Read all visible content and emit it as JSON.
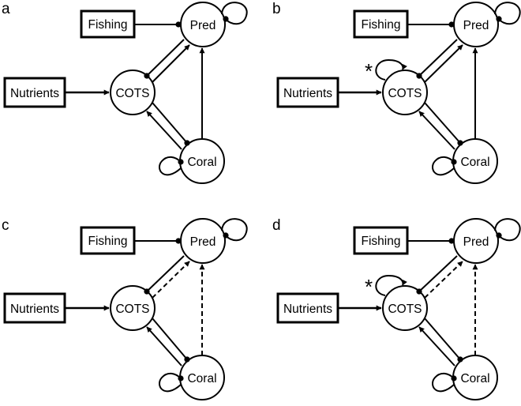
{
  "panels": [
    {
      "label": "a",
      "nodes": {
        "fishing": "Fishing",
        "pred": "Pred",
        "nutrients": "Nutrients",
        "cots": "COTS",
        "coral": "Coral"
      }
    },
    {
      "label": "b",
      "nodes": {
        "fishing": "Fishing",
        "pred": "Pred",
        "nutrients": "Nutrients",
        "cots": "COTS",
        "coral": "Coral"
      },
      "marker": "*"
    },
    {
      "label": "c",
      "nodes": {
        "fishing": "Fishing",
        "pred": "Pred",
        "nutrients": "Nutrients",
        "cots": "COTS",
        "coral": "Coral"
      }
    },
    {
      "label": "d",
      "nodes": {
        "fishing": "Fishing",
        "pred": "Pred",
        "nutrients": "Nutrients",
        "cots": "COTS",
        "coral": "Coral"
      },
      "marker": "*"
    }
  ]
}
